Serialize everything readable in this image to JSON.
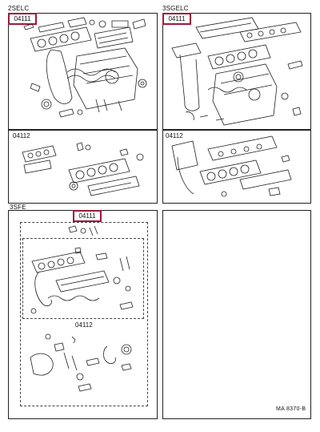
{
  "sections": {
    "top_left": {
      "variant": "2SELC",
      "kit_code": "04111",
      "lower_code": "04112"
    },
    "top_right": {
      "variant": "3SGELC",
      "kit_code": "04111",
      "lower_code": "04112"
    },
    "bottom_left": {
      "variant": "3SFE",
      "kit_code": "04111",
      "lower_code": "04112"
    }
  },
  "footer": {
    "reference": "MA  8370-B"
  },
  "colors": {
    "highlight": "#a0193a",
    "line": "#222222"
  }
}
